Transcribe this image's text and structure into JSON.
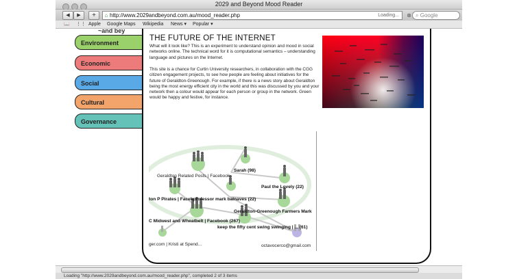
{
  "window": {
    "title": "2029 and Beyond Mood Reader"
  },
  "toolbar": {
    "back_icon": "back-arrow-icon",
    "forward_icon": "forward-arrow-icon",
    "add_icon": "plus-icon",
    "url": "http://www.2029andbeyond.com.au/mood_reader.php",
    "loading_text": "Loading...",
    "search_placeholder": "Google"
  },
  "bookmarks": [
    "Apple",
    "Google Maps",
    "Wikipedia",
    "News ▾",
    "Popular ▾"
  ],
  "sidebar": {
    "logo_text": "~and bey",
    "tabs": [
      {
        "label": "Environment",
        "color": "#9bd16a"
      },
      {
        "label": "Economic",
        "color": "#ee7b7b"
      },
      {
        "label": "Social",
        "color": "#59a9e6"
      },
      {
        "label": "Cultural",
        "color": "#f2a46b"
      },
      {
        "label": "Governance",
        "color": "#64c2b8"
      }
    ]
  },
  "article": {
    "headline": "THE FUTURE OF THE INTERNET",
    "paragraph1": "What will it look like? This is an experiment to understand opinion and mood in social networks online. The technical word for it is computational semantics – understanding language and pictures on the Internet.",
    "paragraph2": "This site is a chance for Curtin University researchers, in collaboration with the CGG citizen engagement projects, to see how people are feeling about initiatives for the future of Geraldton-Greenough. For example, if there is a news story about Geraldton being the most energy efficient city in the world and this was discussed by you and your network then a colour would appear for each person or group in the network. Green would be happy and festive, for instance."
  },
  "network": {
    "labels": [
      "Sarah (98)",
      "Geraldton Related Posts | Facebook",
      "Paul the Lovely (22)",
      "ton P Pirates | Facebprofessor mark balnaves (22)",
      "Geraldton-Greenough Farmers Mark",
      "C Midwest and Wheatbelt | Facebook (267)",
      "keep the fifty cent swing swinging | ... (61)",
      "ger.com | Kristi at Spend...",
      "octavocerco@gmail.com"
    ]
  },
  "status": {
    "text": "Loading \"http://www.2029andbeyond.com.au/mood_reader.php\", completed 2 of 3 items"
  }
}
